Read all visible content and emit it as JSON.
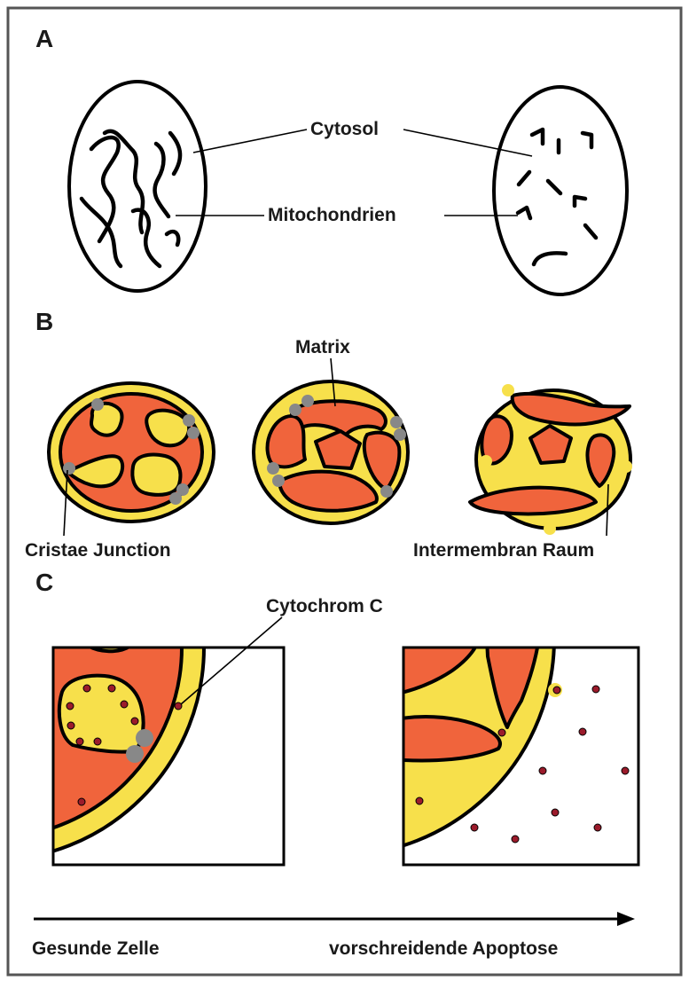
{
  "panels": {
    "a": "A",
    "b": "B",
    "c": "C"
  },
  "labels": {
    "cytosol": "Cytosol",
    "mitochondrien": "Mitochondrien",
    "matrix": "Matrix",
    "cristae_junction": "Cristae Junction",
    "intermembran_raum": "Intermembran Raum",
    "cytochrom_c": "Cytochrom C",
    "gesunde_zelle": "Gesunde Zelle",
    "apoptose": "vorschreidende Apoptose"
  },
  "colors": {
    "matrix": "#f0643c",
    "intermembrane": "#f7e04b",
    "junction": "#888888",
    "cytochrome": "#9b1b2b",
    "outline": "#000000",
    "frame": "#555555"
  }
}
